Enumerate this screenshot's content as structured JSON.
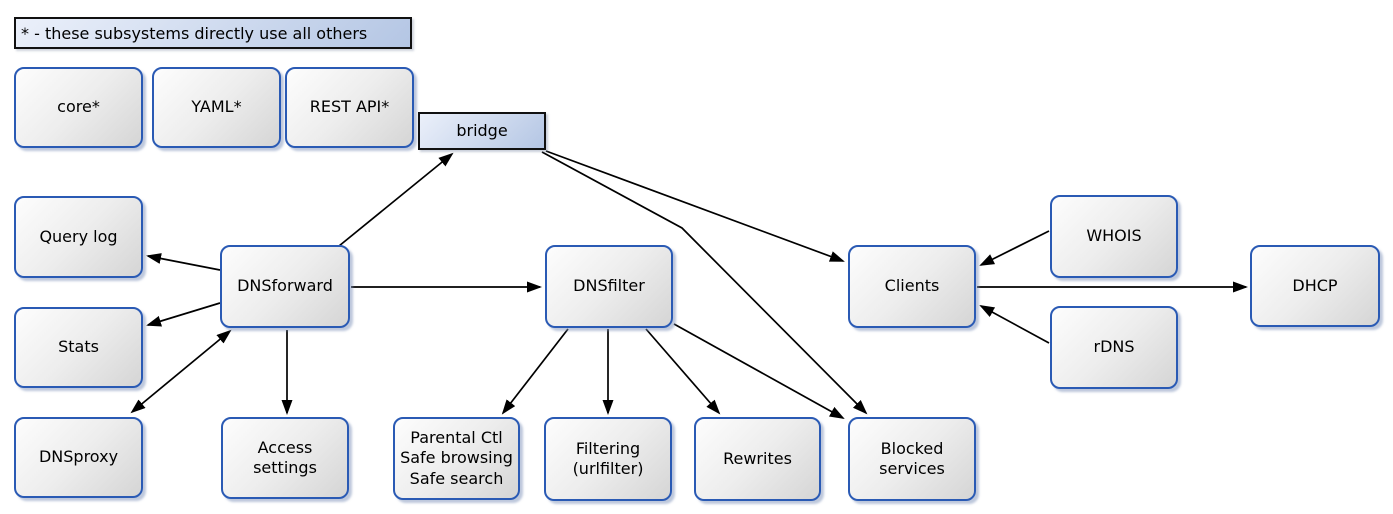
{
  "diagram": {
    "legend": "* - these subsystems directly use all others",
    "colors": {
      "node_border": "#2a5ab4",
      "node_fill_light": "#fdfdfd",
      "node_fill_dark": "#d5d5d5",
      "highlight_fill_light": "#ebf0fa",
      "highlight_fill_dark": "#b4c6e4",
      "highlight_border": "#111111",
      "edge": "#000000",
      "background": "#ffffff"
    },
    "nodes": [
      {
        "id": "core",
        "label": "core*",
        "style": "plain"
      },
      {
        "id": "yaml",
        "label": "YAML*",
        "style": "plain"
      },
      {
        "id": "restapi",
        "label": "REST API*",
        "style": "plain"
      },
      {
        "id": "bridge",
        "label": "bridge",
        "style": "highlight"
      },
      {
        "id": "querylog",
        "label": "Query log",
        "style": "plain"
      },
      {
        "id": "stats",
        "label": "Stats",
        "style": "plain"
      },
      {
        "id": "dnsproxy",
        "label": "DNSproxy",
        "style": "plain"
      },
      {
        "id": "dnsforward",
        "label": "DNSforward",
        "style": "plain"
      },
      {
        "id": "access",
        "label": "Access\nsettings",
        "style": "plain"
      },
      {
        "id": "dnsfilter",
        "label": "DNSfilter",
        "style": "plain"
      },
      {
        "id": "parental",
        "label": "Parental Ctl\nSafe browsing\nSafe search",
        "style": "plain"
      },
      {
        "id": "filtering",
        "label": "Filtering\n(urlfilter)",
        "style": "plain"
      },
      {
        "id": "rewrites",
        "label": "Rewrites",
        "style": "plain"
      },
      {
        "id": "blocked",
        "label": "Blocked\nservices",
        "style": "plain"
      },
      {
        "id": "clients",
        "label": "Clients",
        "style": "plain"
      },
      {
        "id": "whois",
        "label": "WHOIS",
        "style": "plain"
      },
      {
        "id": "rdns",
        "label": "rDNS",
        "style": "plain"
      },
      {
        "id": "dhcp",
        "label": "DHCP",
        "style": "plain"
      }
    ],
    "edges": [
      {
        "from": "dnsforward",
        "to": "bridge",
        "dir": "single"
      },
      {
        "from": "bridge",
        "to": "clients",
        "dir": "single"
      },
      {
        "from": "bridge",
        "to": "blocked",
        "dir": "single"
      },
      {
        "from": "dnsforward",
        "to": "querylog",
        "dir": "single"
      },
      {
        "from": "dnsforward",
        "to": "stats",
        "dir": "single"
      },
      {
        "from": "dnsforward",
        "to": "dnsproxy",
        "dir": "double"
      },
      {
        "from": "dnsforward",
        "to": "access",
        "dir": "single"
      },
      {
        "from": "dnsforward",
        "to": "dnsfilter",
        "dir": "single"
      },
      {
        "from": "dnsfilter",
        "to": "parental",
        "dir": "single"
      },
      {
        "from": "dnsfilter",
        "to": "filtering",
        "dir": "single"
      },
      {
        "from": "dnsfilter",
        "to": "rewrites",
        "dir": "single"
      },
      {
        "from": "dnsfilter",
        "to": "blocked",
        "dir": "single"
      },
      {
        "from": "whois",
        "to": "clients",
        "dir": "single"
      },
      {
        "from": "rdns",
        "to": "clients",
        "dir": "single"
      },
      {
        "from": "clients",
        "to": "dhcp",
        "dir": "single"
      }
    ]
  }
}
